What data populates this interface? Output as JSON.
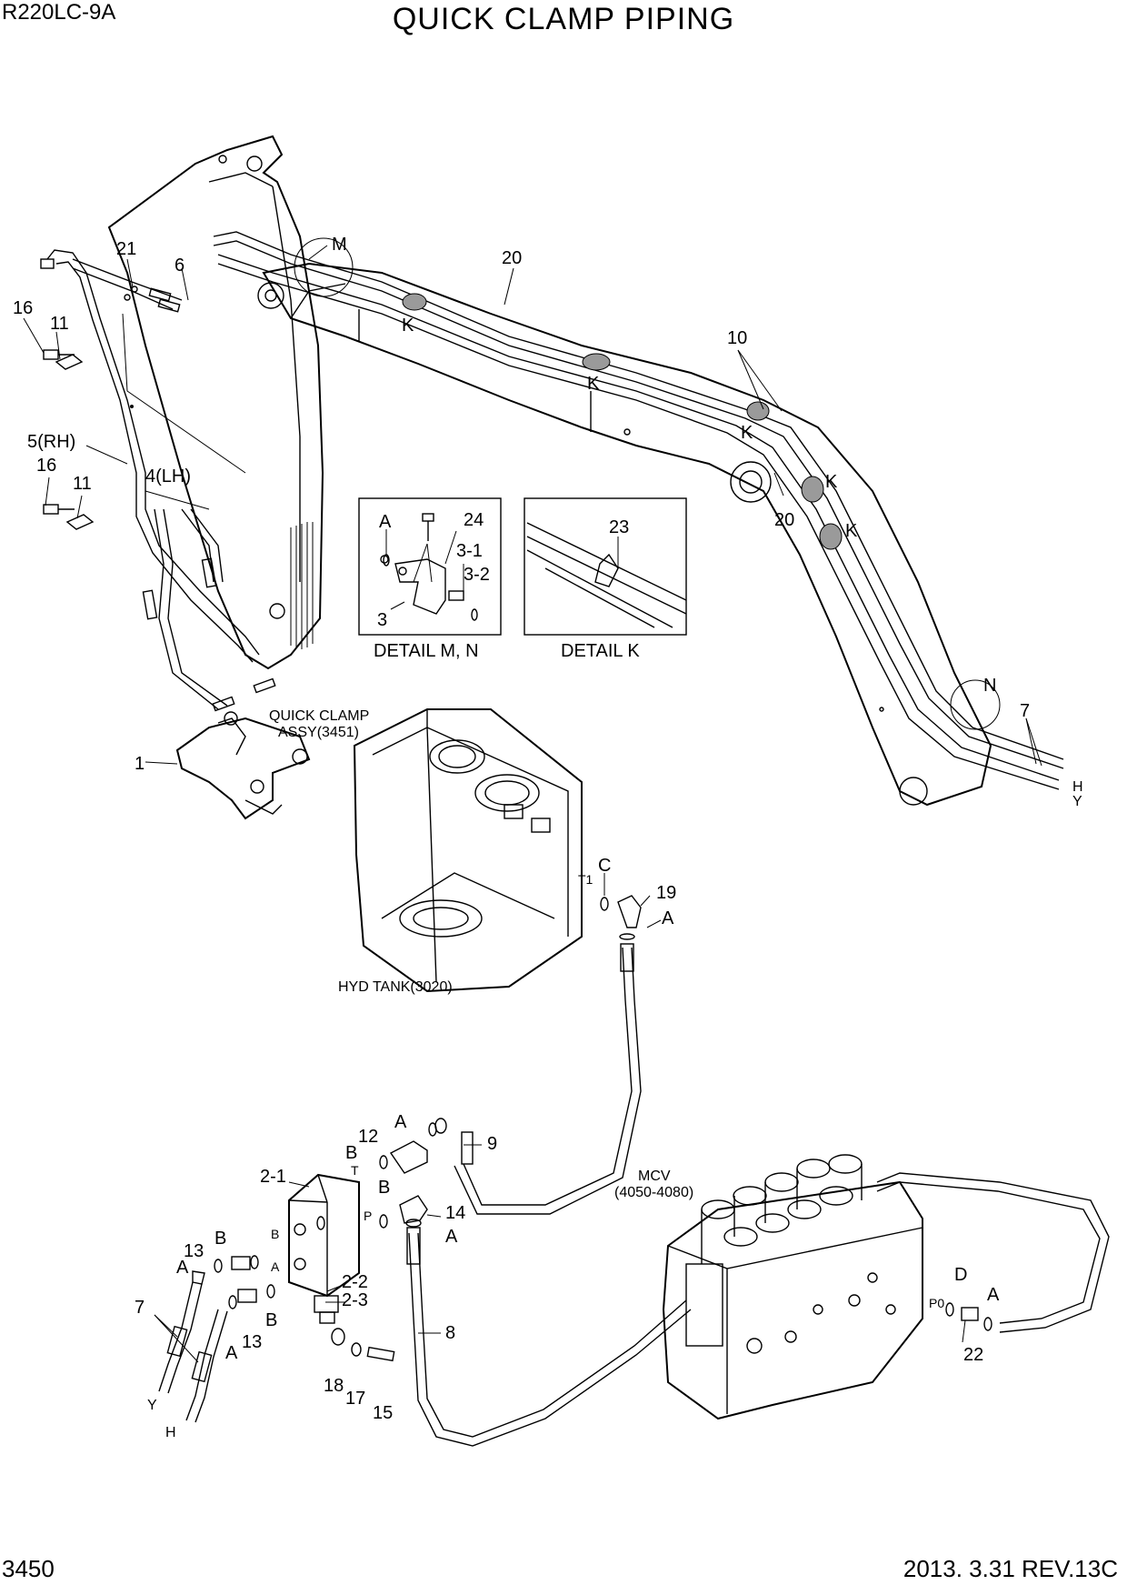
{
  "header": {
    "model": "R220LC-9A",
    "title": "QUICK CLAMP PIPING"
  },
  "footer": {
    "page_number": "3450",
    "revision": "2013. 3.31  REV.13C"
  },
  "labels": {
    "quick_clamp_assy": [
      "QUICK CLAMP",
      "ASSY(3451)"
    ],
    "hyd_tank": "HYD TANK(3020)",
    "mcv": [
      "MCV",
      "(4050-4080)"
    ],
    "detail_mn": "DETAIL M, N",
    "detail_k": "DETAIL K"
  },
  "callouts": {
    "p1": "1",
    "p2_1": "2-1",
    "p2_2": "2-2",
    "p2_3": "2-3",
    "p3": "3",
    "p3_1": "3-1",
    "p3_2": "3-2",
    "p4lh": "4(LH)",
    "p5rh": "5(RH)",
    "p6": "6",
    "p7": "7",
    "p8": "8",
    "p9": "9",
    "p10": "10",
    "p11": "11",
    "p12": "12",
    "p13": "13",
    "p14": "14",
    "p15": "15",
    "p16": "16",
    "p17": "17",
    "p18": "18",
    "p19": "19",
    "p20": "20",
    "p21": "21",
    "p22": "22",
    "p23": "23",
    "p24": "24",
    "a": "A",
    "b": "B",
    "c": "C",
    "d": "D",
    "k": "K",
    "m": "M",
    "n": "N",
    "h": "H",
    "y": "Y",
    "t": "T",
    "p": "P",
    "t1": "T1",
    "p0": "P0"
  }
}
